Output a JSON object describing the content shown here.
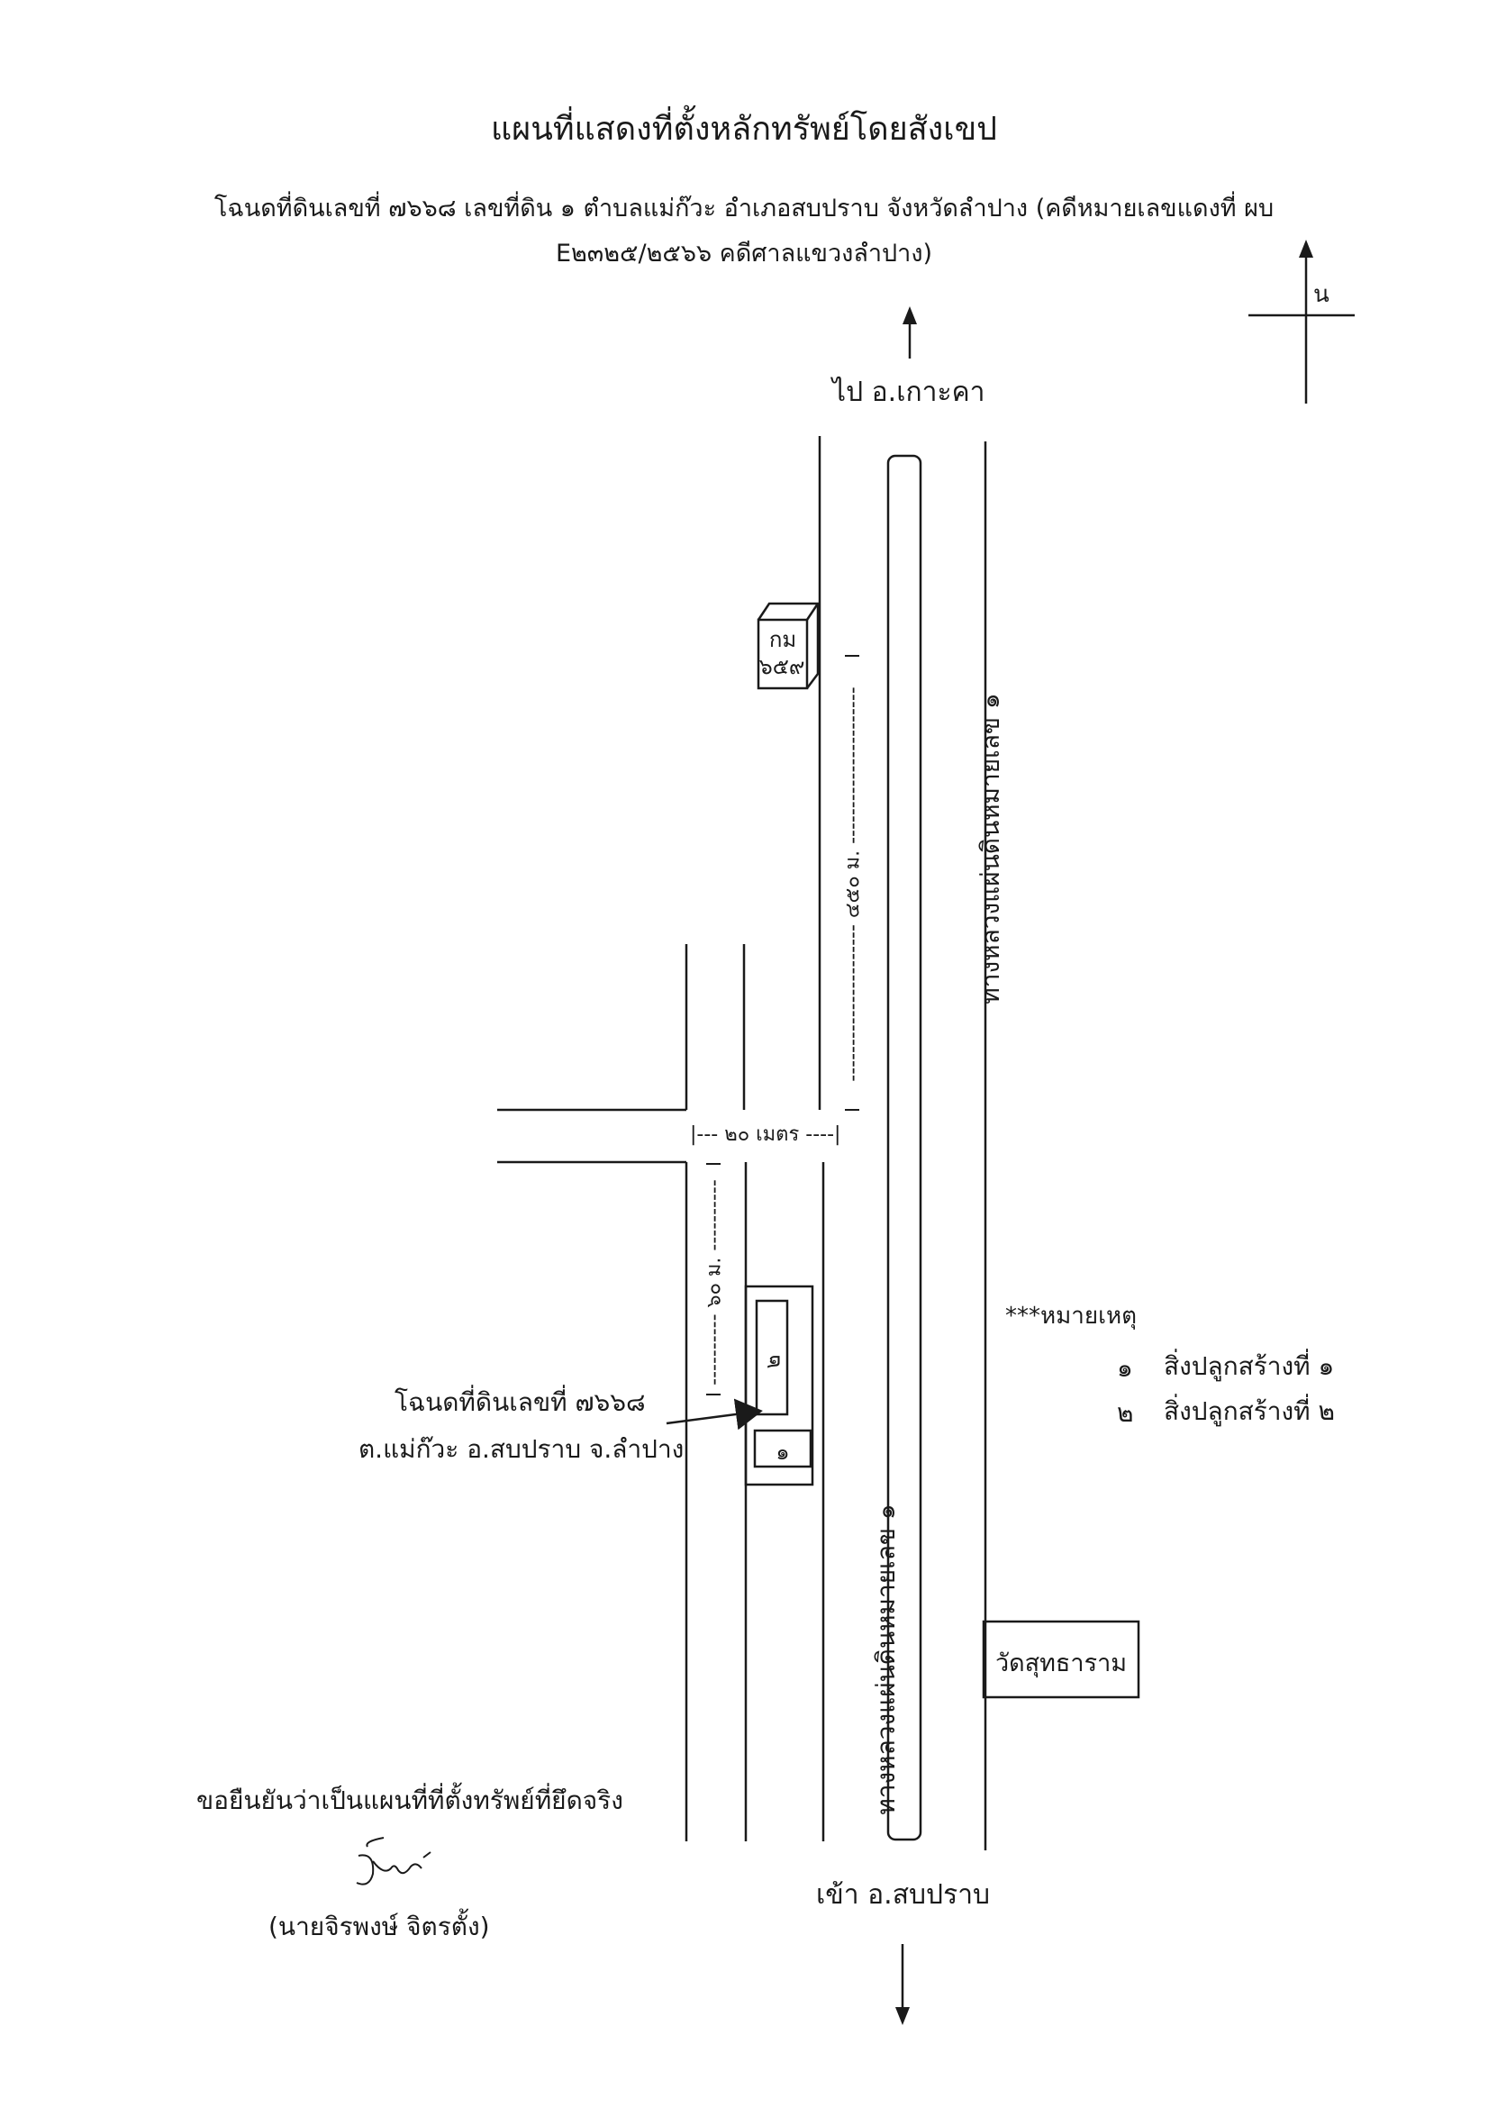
{
  "title": "แผนที่แสดงที่ตั้งหลักทรัพย์โดยสังเขป",
  "subtitle_line1": "โฉนดที่ดินเลขที่ ๗๖๖๘ เลขที่ดิน ๑ ตำบลแม่ก๊วะ  อำเภอสบปราบ  จังหวัดลำปาง (คดีหมายเลขแดงที่ ผบ",
  "subtitle_line2": "E๒๓๒๕/๒๕๖๖ คดีศาลแขวงลำปาง)",
  "north_label": "น",
  "to_top": "ไป อ.เกาะคา",
  "to_bottom": "เข้า อ.สบปราบ",
  "marker_line1": "กม",
  "marker_line2": "๖๕๙",
  "highway_label_top": "ทางหลวงแผ่นดินหมายเลข ๑",
  "highway_label_bottom": "ทางหลวงแผ่นดินหมายเลข ๑",
  "dist_450": "---------------------- ๔๕๐ ม. ----------------------",
  "dist_20": "|--- ๒๐ เมตร ----|",
  "dist_60": "---------- ๖๐ ม. ----------",
  "building_1": "๑",
  "building_2": "๒",
  "parcel_line1": "โฉนดที่ดินเลขที่ ๗๖๖๘",
  "parcel_line2": "ต.แม่ก๊วะ อ.สบปราบ จ.ลำปาง",
  "note_title": "***หมายเหตุ",
  "notes": [
    {
      "num": "๑",
      "text": "สิ่งปลูกสร้างที่ ๑"
    },
    {
      "num": "๒",
      "text": "สิ่งปลูกสร้างที่ ๒"
    }
  ],
  "temple": "วัดสุทธาราม",
  "certify": "ขอยืนยันว่าเป็นแผนที่ที่ตั้งทรัพย์ที่ยึดจริง",
  "signer": "(นายจิรพงษ์   จิตรตั้ง)"
}
